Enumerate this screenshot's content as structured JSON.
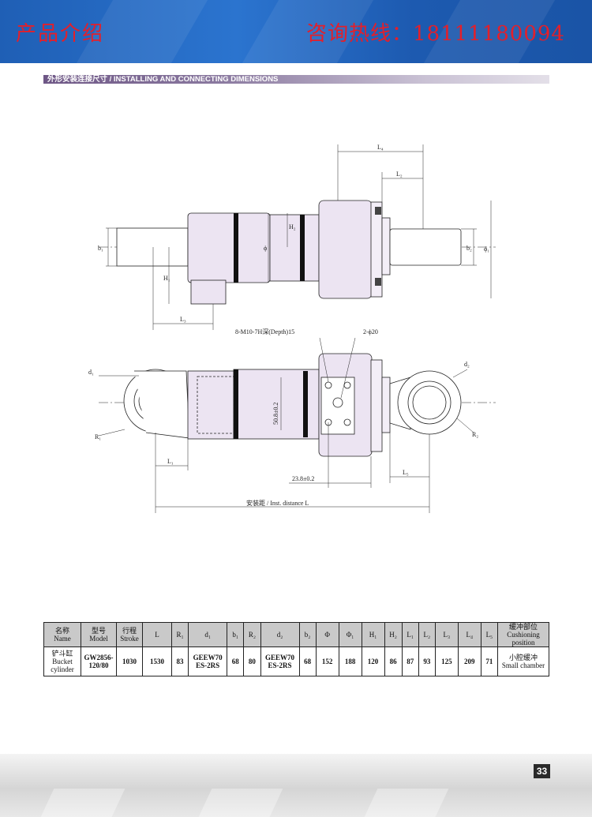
{
  "banner": {
    "title": "产品介绍",
    "hotline": "咨询热线：18111180094"
  },
  "section": {
    "title": "外形安装连接尺寸 / INSTALLING AND CONNECTING DIMENSIONS"
  },
  "drawing_labels": {
    "L4": "L₄",
    "L2": "L₂",
    "b1": "b₁",
    "b2": "b₂",
    "H1": "H₁",
    "H2": "H₂",
    "phi": "ϕ",
    "phi1": "ϕ₁",
    "L3": "L₃",
    "d1": "d₁",
    "d2": "d₂",
    "R1": "R₁",
    "R2": "R₂",
    "L1": "L₁",
    "L5": "L₅",
    "thread_note": "8-M10-7H深(Depth)15",
    "hole_note": "2-ϕ20",
    "dim_50_8": "50.8±0.2",
    "dim_23_8": "23.8±0.2",
    "inst_distance": "安装距 / Inst. distance   L"
  },
  "table": {
    "headers": [
      [
        "名称",
        "Name"
      ],
      [
        "型号",
        "Model"
      ],
      [
        "行程",
        "Stroke"
      ],
      [
        "L",
        ""
      ],
      [
        "R₁",
        ""
      ],
      [
        "d₁",
        ""
      ],
      [
        "b₁",
        ""
      ],
      [
        "R₂",
        ""
      ],
      [
        "d₂",
        ""
      ],
      [
        "b₂",
        ""
      ],
      [
        "Φ",
        ""
      ],
      [
        "Φ₁",
        ""
      ],
      [
        "H₁",
        ""
      ],
      [
        "H₂",
        ""
      ],
      [
        "L₁",
        ""
      ],
      [
        "L₂",
        ""
      ],
      [
        "L₃",
        ""
      ],
      [
        "L₄",
        ""
      ],
      [
        "L₅",
        ""
      ],
      [
        "缓冲部位",
        "Cushioning position"
      ]
    ],
    "row": {
      "name_cn": "铲斗缸",
      "name_en": "Bucket cylinder",
      "model": "GW2856-120/80",
      "stroke": "1030",
      "L": "1530",
      "R1": "83",
      "d1": "GEEW70 ES-2RS",
      "b1": "68",
      "R2": "80",
      "d2": "GEEW70 ES-2RS",
      "b2": "68",
      "Phi": "152",
      "Phi1": "188",
      "H1": "120",
      "H2": "86",
      "L1": "87",
      "L2": "93",
      "L3": "125",
      "L4": "209",
      "L5": "71",
      "cushion_cn": "小腔缓冲",
      "cushion_en": "Small chamber"
    }
  },
  "footer": {
    "page": "33"
  }
}
